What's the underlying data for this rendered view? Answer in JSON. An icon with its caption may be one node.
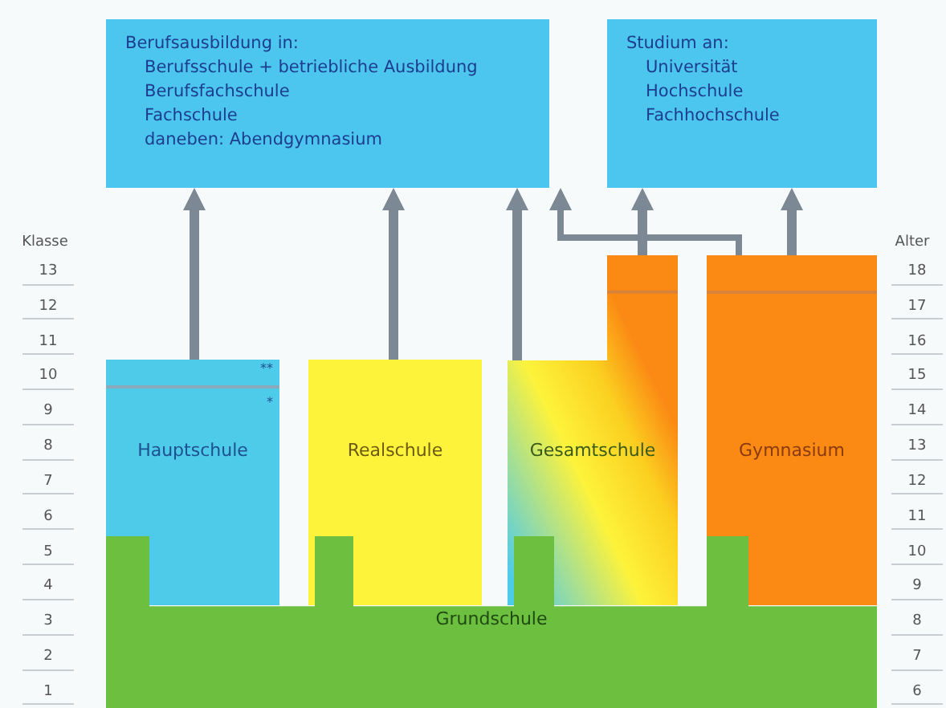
{
  "diagram": {
    "nodes": [
      {
        "text": [
          "Berufsausbildung in:",
          "Berufsschule + betriebliche Ausbildung",
          "Berufsfachschule",
          "Fachschule",
          "daneben: Abendgymnasium"
        ]
      },
      {
        "text": [
          "Studium an:",
          "Universität",
          "Hochschule",
          "Fachhochschule"
        ]
      },
      {
        "text": [
          "Hauptschule"
        ]
      },
      {
        "text": [
          "Realschule"
        ]
      },
      {
        "text": [
          "Gesamtschule"
        ]
      },
      {
        "text": [
          "Gymnasium"
        ]
      },
      {
        "text": [
          "Grundschule"
        ]
      }
    ],
    "edges": [
      {
        "from": 2,
        "to": 0,
        "arrow": "to"
      },
      {
        "from": 3,
        "to": 0,
        "arrow": "to"
      },
      {
        "from": 4,
        "to": 0,
        "arrow": "to"
      },
      {
        "from": 4,
        "to": 1,
        "arrow": "to"
      },
      {
        "from": 5,
        "to": 0,
        "arrow": "to"
      },
      {
        "from": 5,
        "to": 1,
        "arrow": "to"
      }
    ],
    "labels": [
      "Klasse",
      "13",
      "12",
      "11",
      "10",
      "9",
      "8",
      "7",
      "6",
      "5",
      "4",
      "3",
      "2",
      "1",
      "Alter",
      "18",
      "17",
      "16",
      "15",
      "14",
      "13",
      "12",
      "11",
      "10",
      "9",
      "8",
      "7",
      "6",
      "**",
      "*"
    ]
  }
}
